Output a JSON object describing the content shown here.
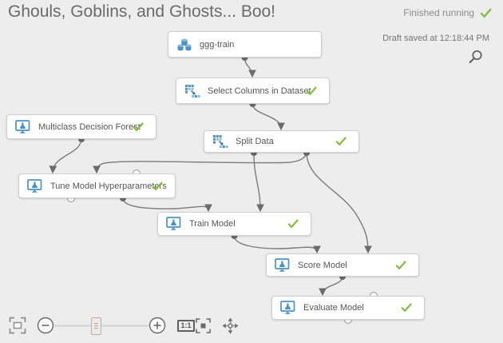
{
  "header": {
    "title": "Ghouls, Goblins, and Ghosts... Boo!",
    "status_label": "Finished running",
    "status_state": "success",
    "draft_saved": "Draft saved at 12:18:44 PM"
  },
  "colors": {
    "accent_blue": "#4b92c6",
    "success_green": "#82bd3a",
    "wire_gray": "#7b7b7b",
    "canvas_bg": "#ededed"
  },
  "canvas": {
    "nodes": [
      {
        "id": "ggg-train",
        "label": "ggg-train",
        "icon": "dataset-icon",
        "status": "none"
      },
      {
        "id": "select-columns",
        "label": "Select Columns in Dataset",
        "icon": "columns-icon",
        "status": "success"
      },
      {
        "id": "multiclass-decision-forest",
        "label": "Multiclass Decision Forest",
        "icon": "module-icon",
        "status": "success"
      },
      {
        "id": "split-data",
        "label": "Split Data",
        "icon": "columns-icon",
        "status": "success"
      },
      {
        "id": "tune-model-hyperparameters",
        "label": "Tune Model Hyperparameters",
        "icon": "module-icon",
        "status": "success"
      },
      {
        "id": "train-model",
        "label": "Train Model",
        "icon": "module-icon",
        "status": "success"
      },
      {
        "id": "score-model",
        "label": "Score Model",
        "icon": "module-icon",
        "status": "success"
      },
      {
        "id": "evaluate-model",
        "label": "Evaluate Model",
        "icon": "module-icon",
        "status": "success"
      }
    ],
    "connections": [
      {
        "from": "ggg-train",
        "to": "select-columns",
        "to_port": 1
      },
      {
        "from": "select-columns",
        "to": "split-data",
        "to_port": 1
      },
      {
        "from": "multiclass-decision-forest",
        "to": "tune-model-hyperparameters",
        "to_port": 1
      },
      {
        "from": "split-data",
        "from_port": 2,
        "to": "tune-model-hyperparameters",
        "to_port": 2
      },
      {
        "from": "split-data",
        "from_port": 1,
        "to": "train-model",
        "to_port": 2
      },
      {
        "from": "tune-model-hyperparameters",
        "from_port": 2,
        "to": "train-model",
        "to_port": 1
      },
      {
        "from": "split-data",
        "from_port": 2,
        "to": "score-model",
        "to_port": 2
      },
      {
        "from": "train-model",
        "to": "score-model",
        "to_port": 1
      },
      {
        "from": "score-model",
        "to": "evaluate-model",
        "to_port": 1
      }
    ]
  },
  "toolbar": {
    "actual_size_label": "1:1",
    "items": [
      "fit-to-screen",
      "zoom-out",
      "zoom-slider",
      "zoom-in",
      "actual-size",
      "zoom-to-selection",
      "pan"
    ]
  }
}
